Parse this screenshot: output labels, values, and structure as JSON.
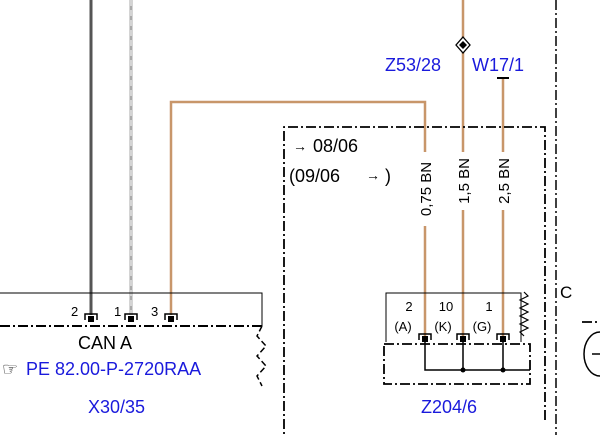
{
  "colors": {
    "wire_brown": "#c8966a",
    "wire_gray": "#9a9a9a",
    "wire_dark": "#555555",
    "line": "#000000",
    "link": "#1a1adc"
  },
  "labels": {
    "z53": "Z53/28",
    "w17": "W17/1",
    "date_from": "08/06",
    "date_to": "(09/06",
    "wire_1": "0,75 BN",
    "wire_2": "1,5 BN",
    "wire_3": "2,5 BN",
    "x30_pins": [
      "2",
      "1",
      "3"
    ],
    "can_a": "CAN A",
    "pe_ref": "PE 82.00-P-2720RAA",
    "x30": "X30/35",
    "z204_pins": [
      "2",
      "10",
      "1"
    ],
    "z204_subpins": [
      "(A)",
      "(K)",
      "(G)"
    ],
    "z204": "Z204/6",
    "c_label": "C",
    "arrow_glyph": "→",
    "close_paren": ")",
    "hand_glyph": "☞"
  }
}
